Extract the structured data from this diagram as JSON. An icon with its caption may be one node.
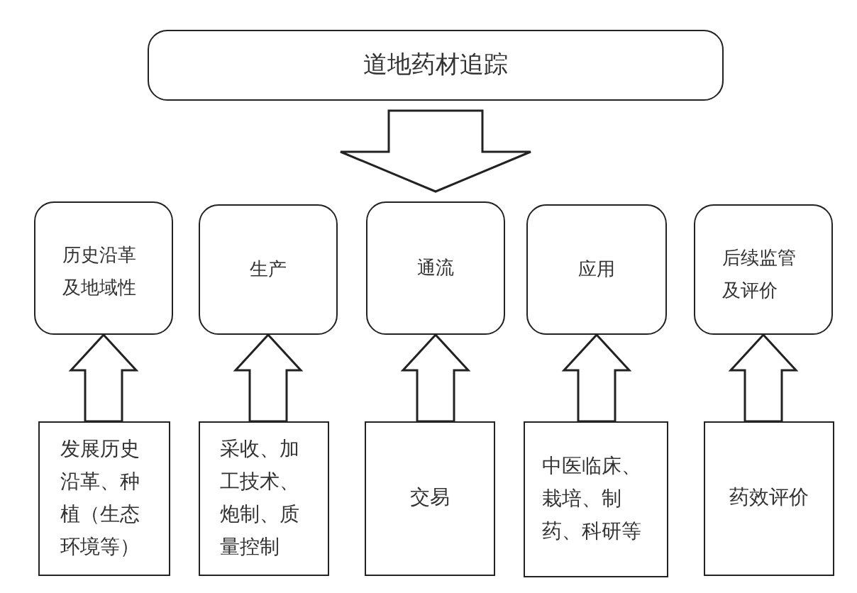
{
  "diagram": {
    "nodes": [
      {
        "text": [
          "道地药材追踪"
        ]
      },
      {
        "text": [
          "历史沿革及地域性"
        ]
      },
      {
        "text": [
          "生产"
        ]
      },
      {
        "text": [
          "通流"
        ]
      },
      {
        "text": [
          "应用"
        ]
      },
      {
        "text": [
          "后续监管及评价"
        ]
      },
      {
        "text": [
          "发展历史沿革、种植（生态环境等）"
        ]
      },
      {
        "text": [
          "采收、加工技术、炮制、质量控制"
        ]
      },
      {
        "text": [
          "交易"
        ]
      },
      {
        "text": [
          "中医临床、栽培、制药、科研等"
        ]
      },
      {
        "text": [
          "药效评价"
        ]
      }
    ],
    "edges": [
      {
        "from": 0,
        "to": null,
        "arrow": "to"
      },
      {
        "from": 6,
        "to": 1,
        "arrow": "to"
      },
      {
        "from": 7,
        "to": 2,
        "arrow": "to"
      },
      {
        "from": 8,
        "to": 3,
        "arrow": "to"
      },
      {
        "from": 9,
        "to": 4,
        "arrow": "to"
      },
      {
        "from": 10,
        "to": 5,
        "arrow": "to"
      }
    ]
  }
}
